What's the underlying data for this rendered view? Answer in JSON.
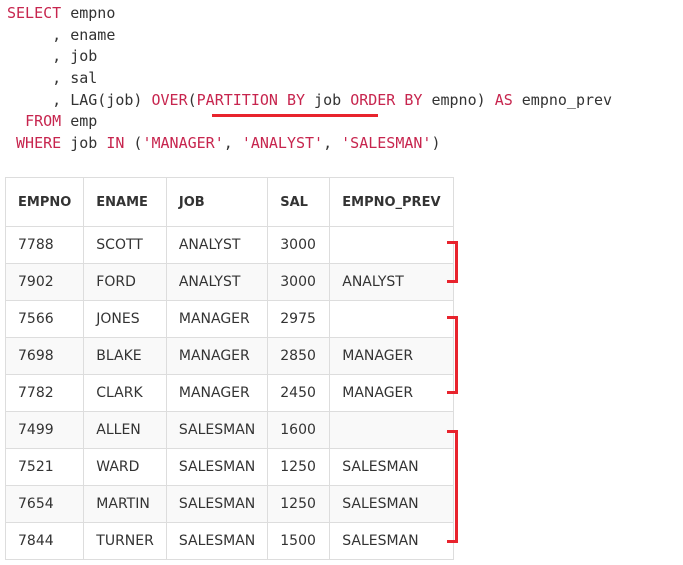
{
  "query": {
    "lines": [
      [
        {
          "t": "SELECT",
          "k": "kw"
        },
        {
          "t": " empno",
          "k": ""
        }
      ],
      [
        {
          "t": "     , ename",
          "k": ""
        }
      ],
      [
        {
          "t": "     , job",
          "k": ""
        }
      ],
      [
        {
          "t": "     , sal",
          "k": ""
        }
      ],
      [
        {
          "t": "     , LAG(job) ",
          "k": ""
        },
        {
          "t": "OVER",
          "k": "kw"
        },
        {
          "t": "(",
          "k": ""
        },
        {
          "t": "PARTITION BY",
          "k": "kw"
        },
        {
          "t": " job ",
          "k": ""
        },
        {
          "t": "ORDER BY",
          "k": "kw"
        },
        {
          "t": " empno) ",
          "k": ""
        },
        {
          "t": "AS",
          "k": "kw"
        },
        {
          "t": " empno_prev",
          "k": ""
        }
      ],
      [
        {
          "t": "  ",
          "k": ""
        },
        {
          "t": "FROM",
          "k": "kw"
        },
        {
          "t": " emp",
          "k": ""
        }
      ],
      [
        {
          "t": " ",
          "k": ""
        },
        {
          "t": "WHERE",
          "k": "kw"
        },
        {
          "t": " job ",
          "k": ""
        },
        {
          "t": "IN",
          "k": "kw"
        },
        {
          "t": " (",
          "k": ""
        },
        {
          "t": "'MANAGER'",
          "k": "str"
        },
        {
          "t": ", ",
          "k": ""
        },
        {
          "t": "'ANALYST'",
          "k": "str"
        },
        {
          "t": ", ",
          "k": ""
        },
        {
          "t": "'SALESMAN'",
          "k": "str"
        },
        {
          "t": ")",
          "k": ""
        }
      ]
    ]
  },
  "table": {
    "headers": [
      "EMPNO",
      "ENAME",
      "JOB",
      "SAL",
      "EMPNO_PREV"
    ],
    "rows": [
      [
        "7788",
        "SCOTT",
        "ANALYST",
        "3000",
        ""
      ],
      [
        "7902",
        "FORD",
        "ANALYST",
        "3000",
        "ANALYST"
      ],
      [
        "7566",
        "JONES",
        "MANAGER",
        "2975",
        ""
      ],
      [
        "7698",
        "BLAKE",
        "MANAGER",
        "2850",
        "MANAGER"
      ],
      [
        "7782",
        "CLARK",
        "MANAGER",
        "2450",
        "MANAGER"
      ],
      [
        "7499",
        "ALLEN",
        "SALESMAN",
        "1600",
        ""
      ],
      [
        "7521",
        "WARD",
        "SALESMAN",
        "1250",
        "SALESMAN"
      ],
      [
        "7654",
        "MARTIN",
        "SALESMAN",
        "1250",
        "SALESMAN"
      ],
      [
        "7844",
        "TURNER",
        "SALESMAN",
        "1500",
        "SALESMAN"
      ]
    ]
  },
  "colors": {
    "keyword": "#c7254e",
    "highlight": "#e8232d",
    "text": "#333333",
    "border": "#dddddd"
  }
}
